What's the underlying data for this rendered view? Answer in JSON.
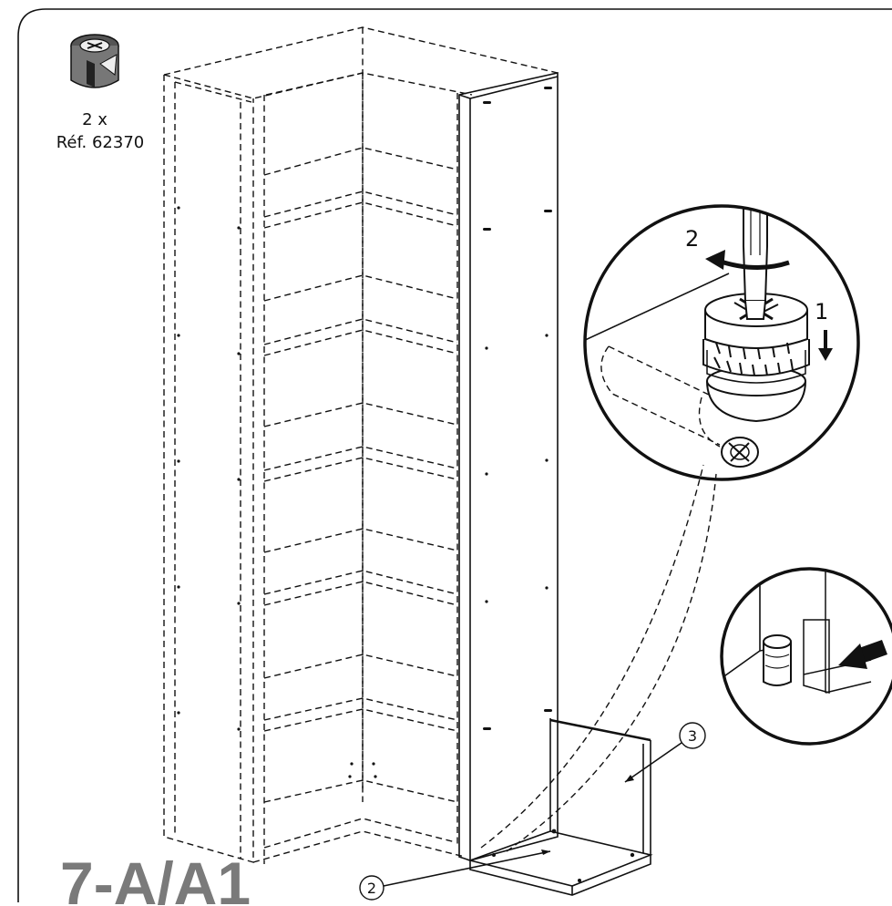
{
  "part": {
    "quantity": "2 x",
    "reference": "Réf. 62370",
    "icon": "cam-lock-fitting-icon"
  },
  "step_label": "7-A/A1",
  "callouts": [
    {
      "id": "callout-2",
      "label": "2"
    },
    {
      "id": "callout-3",
      "label": "3"
    }
  ],
  "detail_steps": {
    "turn": "2",
    "press": "1"
  },
  "colors": {
    "line": "#111111",
    "step_label": "#7a7a7a",
    "background": "#ffffff"
  }
}
